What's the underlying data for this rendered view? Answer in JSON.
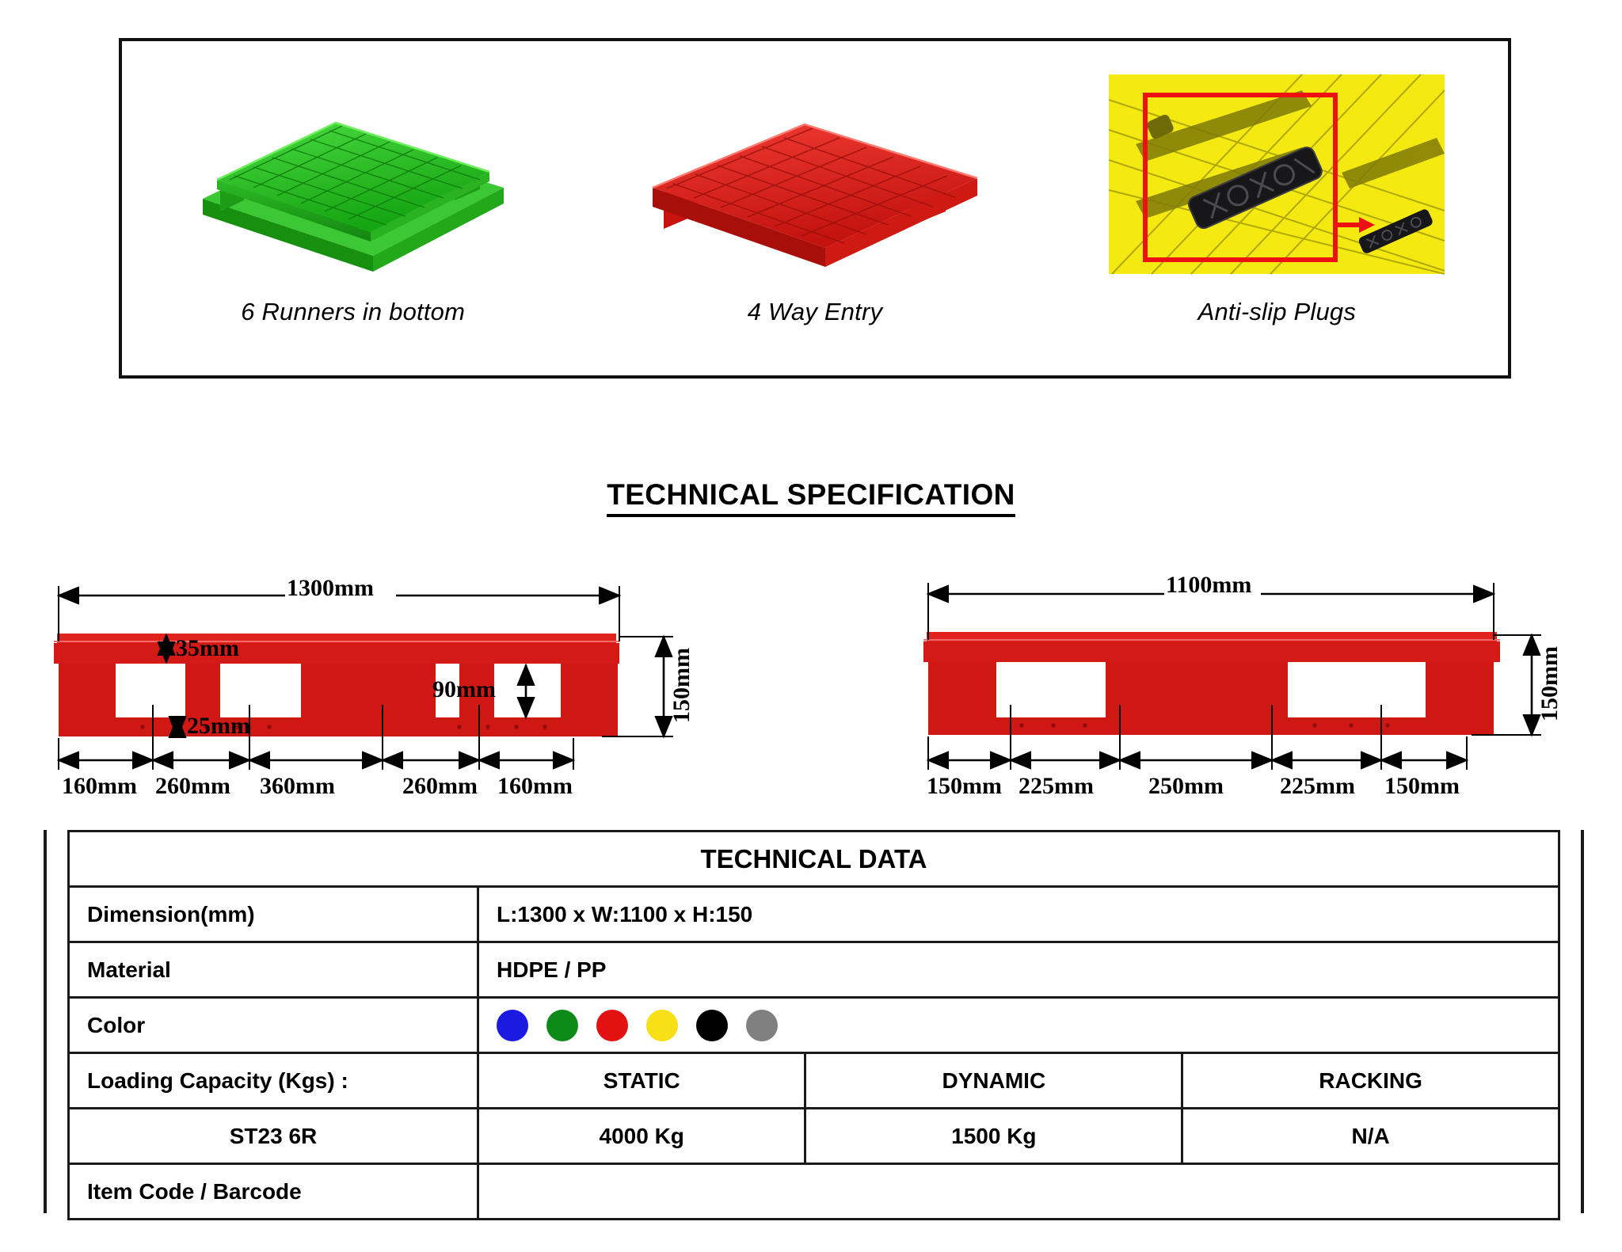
{
  "features": {
    "items": [
      {
        "caption": "6 Runners in bottom",
        "art": "green-pallet-iso",
        "color": "#2dbe28"
      },
      {
        "caption": "4 Way Entry",
        "art": "red-pallet-iso",
        "color": "#e3211c"
      },
      {
        "caption": "Anti-slip Plugs",
        "art": "yellow-pallet-plug-closeup",
        "color": "#f2e600"
      }
    ]
  },
  "spec_heading": "TECHNICAL SPECIFICATION",
  "drawings": {
    "length_view": {
      "overall": "1300mm",
      "height": "150mm",
      "deck_thickness": "35mm",
      "runner_thickness": "25mm",
      "opening_height": "90mm",
      "segments": [
        "160mm",
        "260mm",
        "360mm",
        "260mm",
        "160mm"
      ]
    },
    "width_view": {
      "overall": "1100mm",
      "height": "150mm",
      "segments": [
        "150mm",
        "225mm",
        "250mm",
        "225mm",
        "150mm"
      ]
    }
  },
  "tech_table": {
    "title": "TECHNICAL DATA",
    "rows": {
      "dimension_label": "Dimension(mm)",
      "dimension_value": "L:1300 x W:1100 x H:150",
      "material_label": "Material",
      "material_value": "HDPE / PP",
      "color_label": "Color",
      "color_swatches": [
        {
          "name": "blue",
          "hex": "#1a1ae0"
        },
        {
          "name": "green",
          "hex": "#0d8a18"
        },
        {
          "name": "red",
          "hex": "#e21212"
        },
        {
          "name": "yellow",
          "hex": "#f7e017"
        },
        {
          "name": "black",
          "hex": "#000000"
        },
        {
          "name": "grey",
          "hex": "#808080"
        }
      ],
      "loading_label": "Loading Capacity (Kgs) :",
      "model_label": "ST23 6R",
      "static_header": "STATIC",
      "dynamic_header": "DYNAMIC",
      "racking_header": "RACKING",
      "static_value": "4000 Kg",
      "dynamic_value": "1500 Kg",
      "racking_value": "N/A",
      "item_code_label": "Item Code / Barcode",
      "item_code_value": ""
    }
  }
}
